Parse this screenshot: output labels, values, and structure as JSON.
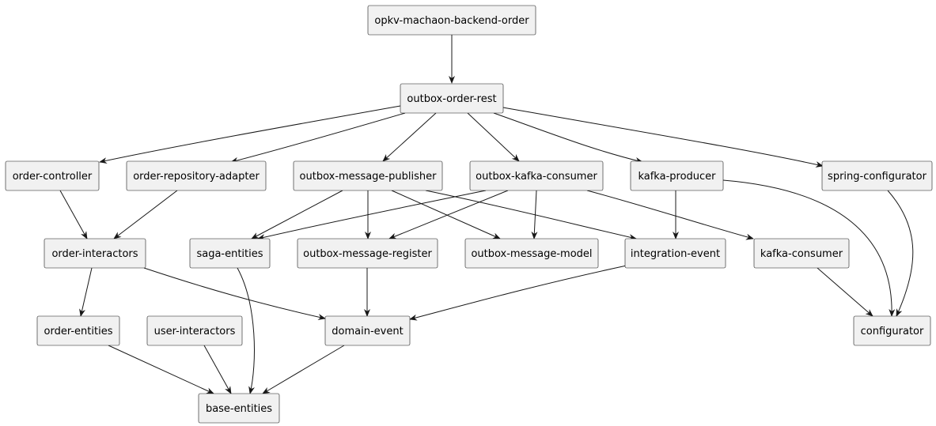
{
  "diagram": {
    "type": "dependency-graph",
    "nodes": [
      {
        "id": "opkv-machaon-backend-order",
        "label": "opkv-machaon-backend-order"
      },
      {
        "id": "outbox-order-rest",
        "label": "outbox-order-rest"
      },
      {
        "id": "order-controller",
        "label": "order-controller"
      },
      {
        "id": "order-repository-adapter",
        "label": "order-repository-adapter"
      },
      {
        "id": "outbox-message-publisher",
        "label": "outbox-message-publisher"
      },
      {
        "id": "outbox-kafka-consumer",
        "label": "outbox-kafka-consumer"
      },
      {
        "id": "kafka-producer",
        "label": "kafka-producer"
      },
      {
        "id": "spring-configurator",
        "label": "spring-configurator"
      },
      {
        "id": "order-interactors",
        "label": "order-interactors"
      },
      {
        "id": "saga-entities",
        "label": "saga-entities"
      },
      {
        "id": "outbox-message-register",
        "label": "outbox-message-register"
      },
      {
        "id": "outbox-message-model",
        "label": "outbox-message-model"
      },
      {
        "id": "integration-event",
        "label": "integration-event"
      },
      {
        "id": "kafka-consumer",
        "label": "kafka-consumer"
      },
      {
        "id": "order-entities",
        "label": "order-entities"
      },
      {
        "id": "user-interactors",
        "label": "user-interactors"
      },
      {
        "id": "domain-event",
        "label": "domain-event"
      },
      {
        "id": "configurator",
        "label": "configurator"
      },
      {
        "id": "base-entities",
        "label": "base-entities"
      }
    ],
    "edges": [
      {
        "from": "opkv-machaon-backend-order",
        "to": "outbox-order-rest"
      },
      {
        "from": "outbox-order-rest",
        "to": "order-controller"
      },
      {
        "from": "outbox-order-rest",
        "to": "order-repository-adapter"
      },
      {
        "from": "outbox-order-rest",
        "to": "outbox-message-publisher"
      },
      {
        "from": "outbox-order-rest",
        "to": "outbox-kafka-consumer"
      },
      {
        "from": "outbox-order-rest",
        "to": "kafka-producer"
      },
      {
        "from": "outbox-order-rest",
        "to": "spring-configurator"
      },
      {
        "from": "order-controller",
        "to": "order-interactors"
      },
      {
        "from": "order-repository-adapter",
        "to": "order-interactors"
      },
      {
        "from": "outbox-message-publisher",
        "to": "saga-entities"
      },
      {
        "from": "outbox-message-publisher",
        "to": "outbox-message-register"
      },
      {
        "from": "outbox-message-publisher",
        "to": "outbox-message-model"
      },
      {
        "from": "outbox-message-publisher",
        "to": "integration-event"
      },
      {
        "from": "outbox-kafka-consumer",
        "to": "saga-entities"
      },
      {
        "from": "outbox-kafka-consumer",
        "to": "outbox-message-register"
      },
      {
        "from": "outbox-kafka-consumer",
        "to": "outbox-message-model"
      },
      {
        "from": "outbox-kafka-consumer",
        "to": "kafka-consumer"
      },
      {
        "from": "kafka-producer",
        "to": "integration-event"
      },
      {
        "from": "kafka-producer",
        "to": "configurator"
      },
      {
        "from": "spring-configurator",
        "to": "configurator"
      },
      {
        "from": "order-interactors",
        "to": "order-entities"
      },
      {
        "from": "order-interactors",
        "to": "domain-event"
      },
      {
        "from": "saga-entities",
        "to": "base-entities"
      },
      {
        "from": "outbox-message-register",
        "to": "domain-event"
      },
      {
        "from": "integration-event",
        "to": "domain-event"
      },
      {
        "from": "kafka-consumer",
        "to": "configurator"
      },
      {
        "from": "order-entities",
        "to": "base-entities"
      },
      {
        "from": "user-interactors",
        "to": "base-entities"
      },
      {
        "from": "domain-event",
        "to": "base-entities"
      }
    ]
  }
}
